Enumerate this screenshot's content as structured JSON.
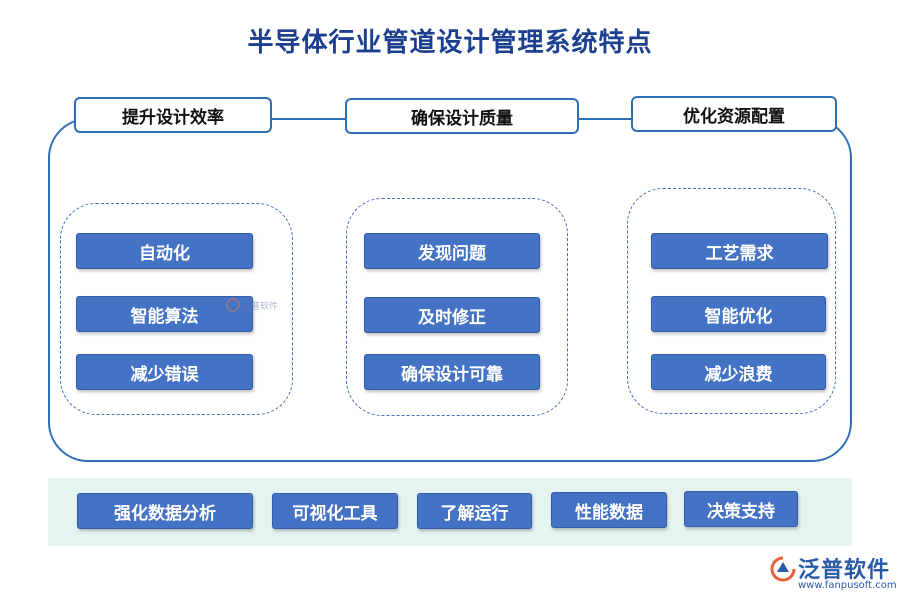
{
  "title": "半导体行业管道设计管理系统特点",
  "columns": [
    {
      "header": "提升设计效率",
      "items": [
        "自动化",
        "智能算法",
        "减少错误"
      ]
    },
    {
      "header": "确保设计质量",
      "items": [
        "发现问题",
        "及时修正",
        "确保设计可靠"
      ]
    },
    {
      "header": "优化资源配置",
      "items": [
        "工艺需求",
        "智能优化",
        "减少浪费"
      ]
    }
  ],
  "bottom_items": [
    "强化数据分析",
    "可视化工具",
    "了解运行",
    "性能数据",
    "决策支持"
  ],
  "watermark": "泛普软件",
  "logo": {
    "name": "泛普软件",
    "url": "www.fanpusoft.com"
  },
  "colors": {
    "accent": "#4472c4",
    "border": "#2f6fb5",
    "title": "#1d3f8f",
    "band": "#e6f4f1"
  }
}
